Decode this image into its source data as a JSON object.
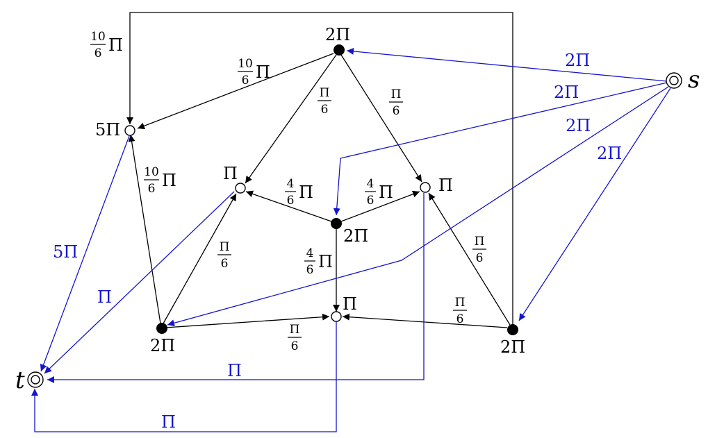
{
  "colors": {
    "black": "#000000",
    "blue": "#1515cc"
  },
  "terminals": {
    "source": "s",
    "sink": "t"
  },
  "node_labels": {
    "top": "2Π",
    "left": "5Π",
    "inner_left": "Π",
    "inner_right": "Π",
    "center": "2Π",
    "bottom": "Π",
    "bottom_left": "2Π",
    "bottom_right": "2Π"
  },
  "edge_labels": {
    "top_loop": {
      "num": "10",
      "den": "6",
      "sym": "Π"
    },
    "top_to_left": {
      "num": "10",
      "den": "6",
      "sym": "Π"
    },
    "top_to_inner_left": {
      "num": "Π",
      "den": "6"
    },
    "top_to_inner_right": {
      "num": "Π",
      "den": "6"
    },
    "bl_to_left": {
      "num": "10",
      "den": "6",
      "sym": "Π"
    },
    "center_to_inner_left": {
      "num": "4",
      "den": "6",
      "sym": "Π"
    },
    "center_to_inner_right": {
      "num": "4",
      "den": "6",
      "sym": "Π"
    },
    "center_to_bottom": {
      "num": "4",
      "den": "6",
      "sym": "Π"
    },
    "bl_to_inner_left": {
      "num": "Π",
      "den": "6"
    },
    "br_to_inner_right": {
      "num": "Π",
      "den": "6"
    },
    "bl_to_bottom": {
      "num": "Π",
      "den": "6"
    },
    "br_to_bottom": {
      "num": "Π",
      "den": "6"
    },
    "s_to_top": "2Π",
    "s_to_center": "2Π",
    "s_to_bottom_left": "2Π",
    "s_to_bottom_right": "2Π",
    "left_to_t": "5Π",
    "inner_left_to_t": "Π",
    "inner_right_to_t": "Π",
    "bottom_to_t": "Π"
  }
}
